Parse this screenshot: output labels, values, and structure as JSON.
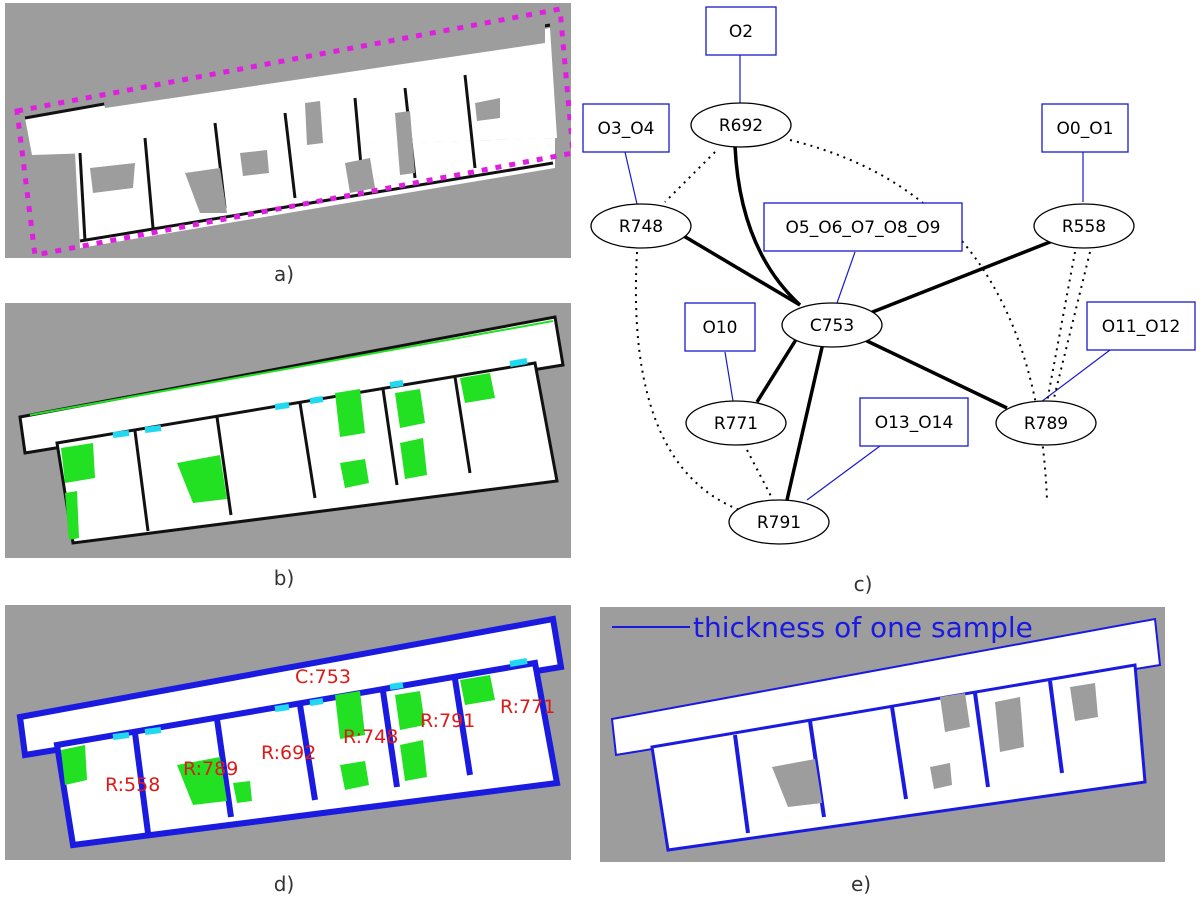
{
  "captions": {
    "a": "a)",
    "b": "b)",
    "c": "c)",
    "d": "d)",
    "e": "e)"
  },
  "colors": {
    "background_gray": "#9d9d9d",
    "free_space": "#ffffff",
    "bounding_box": "#e01ee0",
    "object_green": "#22e022",
    "door_cyan": "#20d8f0",
    "wall_blue": "#1a1ae0",
    "label_red": "#e01818",
    "node_edge_blue": "#1a1ad0"
  },
  "graph": {
    "nodes": {
      "R692": "R692",
      "R748": "R748",
      "R558": "R558",
      "C753": "C753",
      "R771": "R771",
      "R789": "R789",
      "R791": "R791"
    },
    "object_boxes": {
      "O2": "O2",
      "O3_O4": "O3_O4",
      "O0_O1": "O0_O1",
      "O5_O6_O7_O8_O9": "O5_O6_O7_O8_O9",
      "O10": "O10",
      "O11_O12": "O11_O12",
      "O13_O14": "O13_O14"
    }
  },
  "panel_d_labels": {
    "corridor": "C:753",
    "r558": "R:558",
    "r789": "R:789",
    "r692": "R:692",
    "r748": "R:748",
    "r791": "R:791",
    "r771": "R:771"
  },
  "panel_e": {
    "legend_text": "thickness of one sample"
  }
}
